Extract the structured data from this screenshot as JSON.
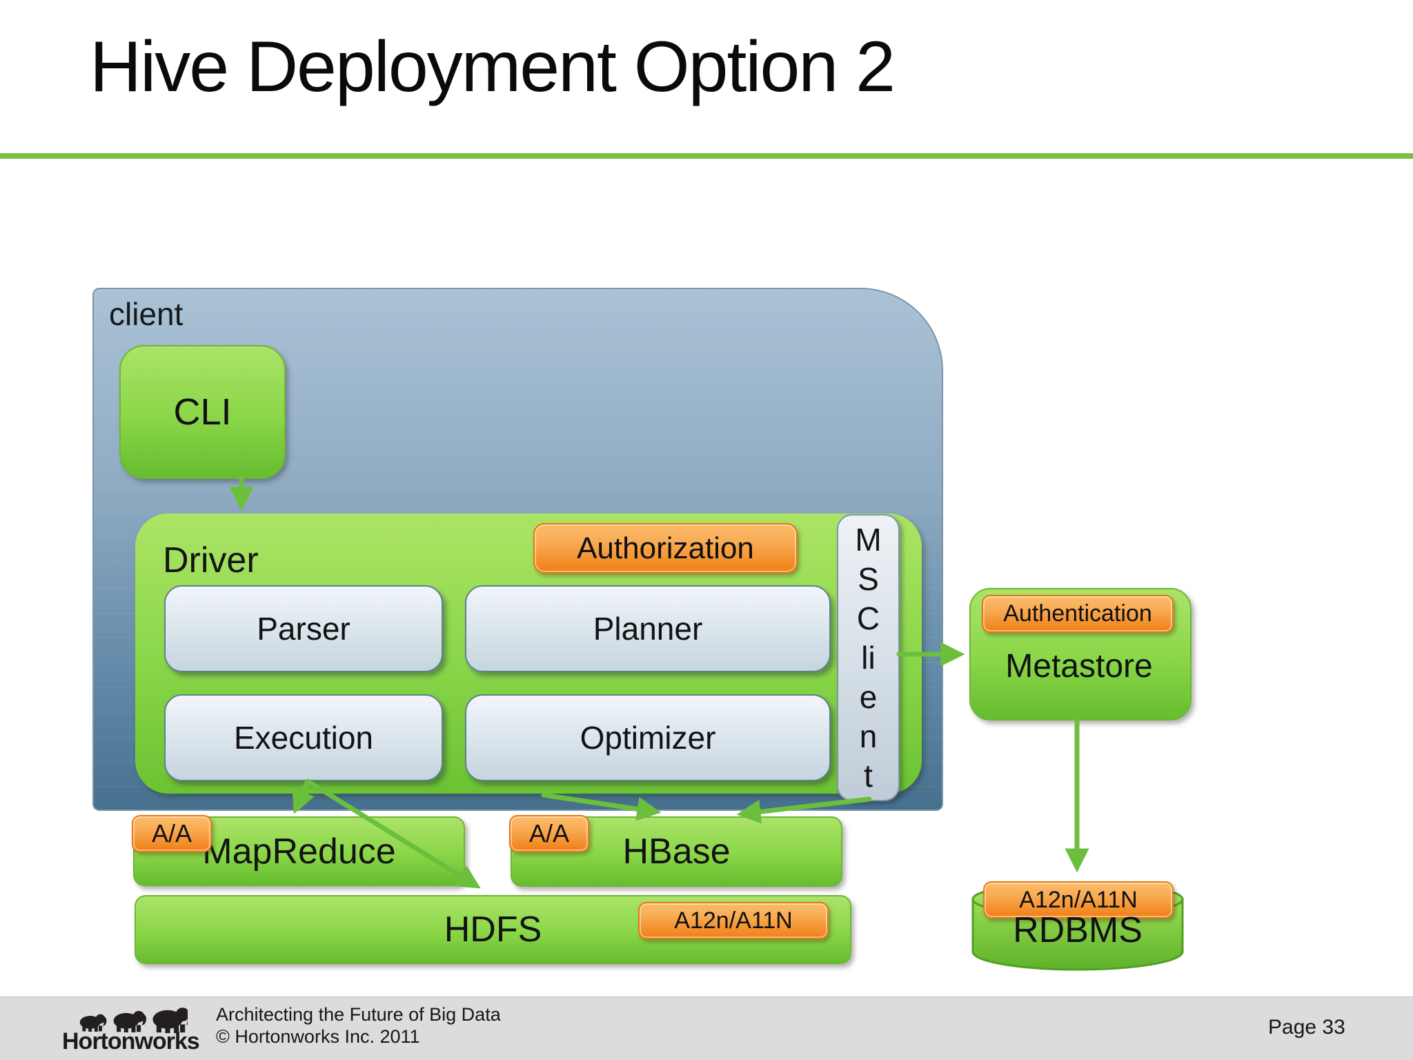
{
  "slide": {
    "title": "Hive Deployment Option 2",
    "footer": {
      "brand": "Hortonworks",
      "tagline": "Architecting the Future of Big Data",
      "copyright": "© Hortonworks Inc. 2011",
      "page": "Page 33"
    }
  },
  "diagram": {
    "client_label": "client",
    "cli_label": "CLI",
    "driver_label": "Driver",
    "authorization_label": "Authorization",
    "parser_label": "Parser",
    "planner_label": "Planner",
    "execution_label": "Execution",
    "optimizer_label": "Optimizer",
    "msclient_lines": [
      "M",
      "S",
      "C",
      "li",
      "e",
      "n",
      "t"
    ],
    "metastore_badge": "Authentication",
    "metastore_label": "Metastore",
    "mapreduce_badge": "A/A",
    "mapreduce_label": "MapReduce",
    "hbase_badge": "A/A",
    "hbase_label": "HBase",
    "hdfs_badge": "A12n/A11N",
    "hdfs_label": "HDFS",
    "rdbms_badge": "A12n/A11N",
    "rdbms_label": "RDBMS"
  },
  "colors": {
    "accent_green": "#7ac143",
    "node_green_light": "#abe368",
    "node_green_dark": "#65bd2e",
    "badge_orange_light": "#f9ad56",
    "badge_orange_dark": "#ef7f16",
    "client_blue_light": "#aac2d6",
    "client_blue_dark": "#47708e",
    "inner_box_light": "#f2f6f9",
    "inner_box_dark": "#c6d5df",
    "arrow_green": "#6bbf3d",
    "footer_gray": "#dcdcde"
  }
}
